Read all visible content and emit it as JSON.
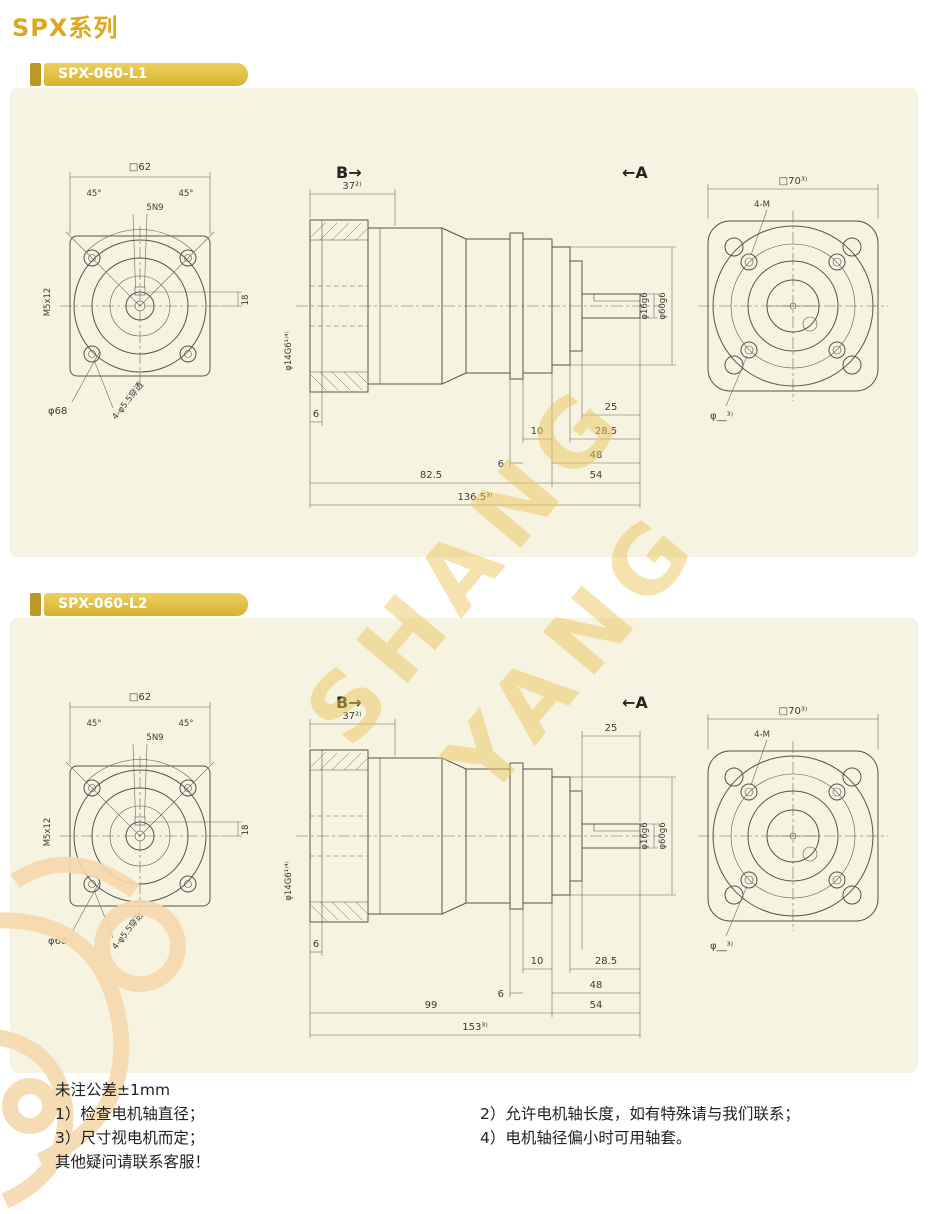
{
  "page": {
    "title": "SPX系列",
    "watermark_top": "SHANG",
    "watermark_bottom": "YANG"
  },
  "sections": [
    {
      "badge": "SPX-060-L1",
      "front": {
        "square_dim": "□62",
        "angle_left": "45°",
        "angle_right": "45°",
        "keyway_tol": "5N9",
        "mount_thread": "M5x12",
        "bolt_circle_dia": "φ68",
        "through_holes": "4-φ5.5穿透",
        "keyway_height": "18"
      },
      "side": {
        "view_b": "B→",
        "view_a": "←A",
        "dim_top": "37²⁾",
        "dim_top_right": "",
        "input_bore": "φ14G6¹⁾⁴⁾",
        "shaft_dia": "φ16g6",
        "flange_dia": "φ60g6",
        "dim_flange_lip": "6",
        "dim_10": "10",
        "dim_25": "25",
        "dim_28_5": "28.5",
        "dim_6_mid": "6",
        "dim_48": "48",
        "dim_body": "82.5",
        "dim_54": "54",
        "dim_total": "136.5³⁾"
      },
      "rear": {
        "square_dim": "□70³⁾",
        "mount_holes": "4-M",
        "pilot_dia": "φ__³⁾"
      }
    },
    {
      "badge": "SPX-060-L2",
      "front": {
        "square_dim": "□62",
        "angle_left": "45°",
        "angle_right": "45°",
        "keyway_tol": "5N9",
        "mount_thread": "M5x12",
        "bolt_circle_dia": "φ68",
        "through_holes": "4-φ5.5穿透",
        "keyway_height": "18"
      },
      "side": {
        "view_b": "B→",
        "view_a": "←A",
        "dim_top": "37²⁾",
        "dim_top_right": "25",
        "input_bore": "φ14G6¹⁾⁴⁾",
        "shaft_dia": "φ16g6",
        "flange_dia": "φ60g6",
        "dim_flange_lip": "6",
        "dim_10": "10",
        "dim_25": "",
        "dim_28_5": "28.5",
        "dim_6_mid": "6",
        "dim_48": "48",
        "dim_body": "99",
        "dim_54": "54",
        "dim_total": "153³⁾"
      },
      "rear": {
        "square_dim": "□70³⁾",
        "mount_holes": "4-M",
        "pilot_dia": "φ__³⁾"
      }
    }
  ],
  "notes": {
    "tolerance": "未注公差±1mm",
    "note1": "1）检查电机轴直径；",
    "note2": "2）允许电机轴长度，如有特殊请与我们联系；",
    "note3": "3）尺寸视电机而定；",
    "note4": "4）电机轴径偏小时可用轴套。",
    "contact": "其他疑问请联系客服！"
  }
}
